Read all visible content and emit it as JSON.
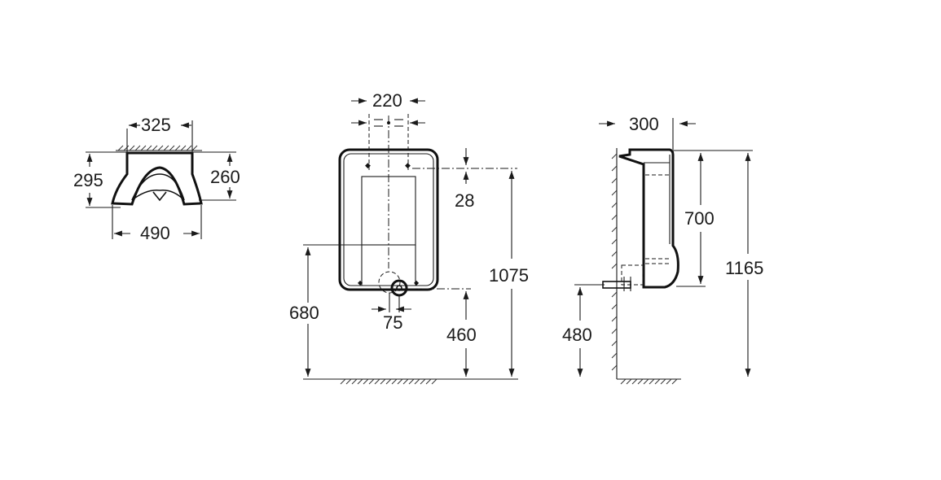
{
  "colors": {
    "ink": "#1a1a1a",
    "background": "#ffffff"
  },
  "top_view": {
    "width_top": "325",
    "width_bottom": "490",
    "depth_outer": "295",
    "depth_inner": "260"
  },
  "front_view": {
    "fixing_spacing": "220",
    "fixing_offset": "28",
    "total_height": "1075",
    "inlet_height": "680",
    "outlet_height": "460",
    "outlet_diameter": "75"
  },
  "side_view": {
    "depth": "300",
    "body_height": "700",
    "overall_height": "1165",
    "connection_height": "480"
  }
}
